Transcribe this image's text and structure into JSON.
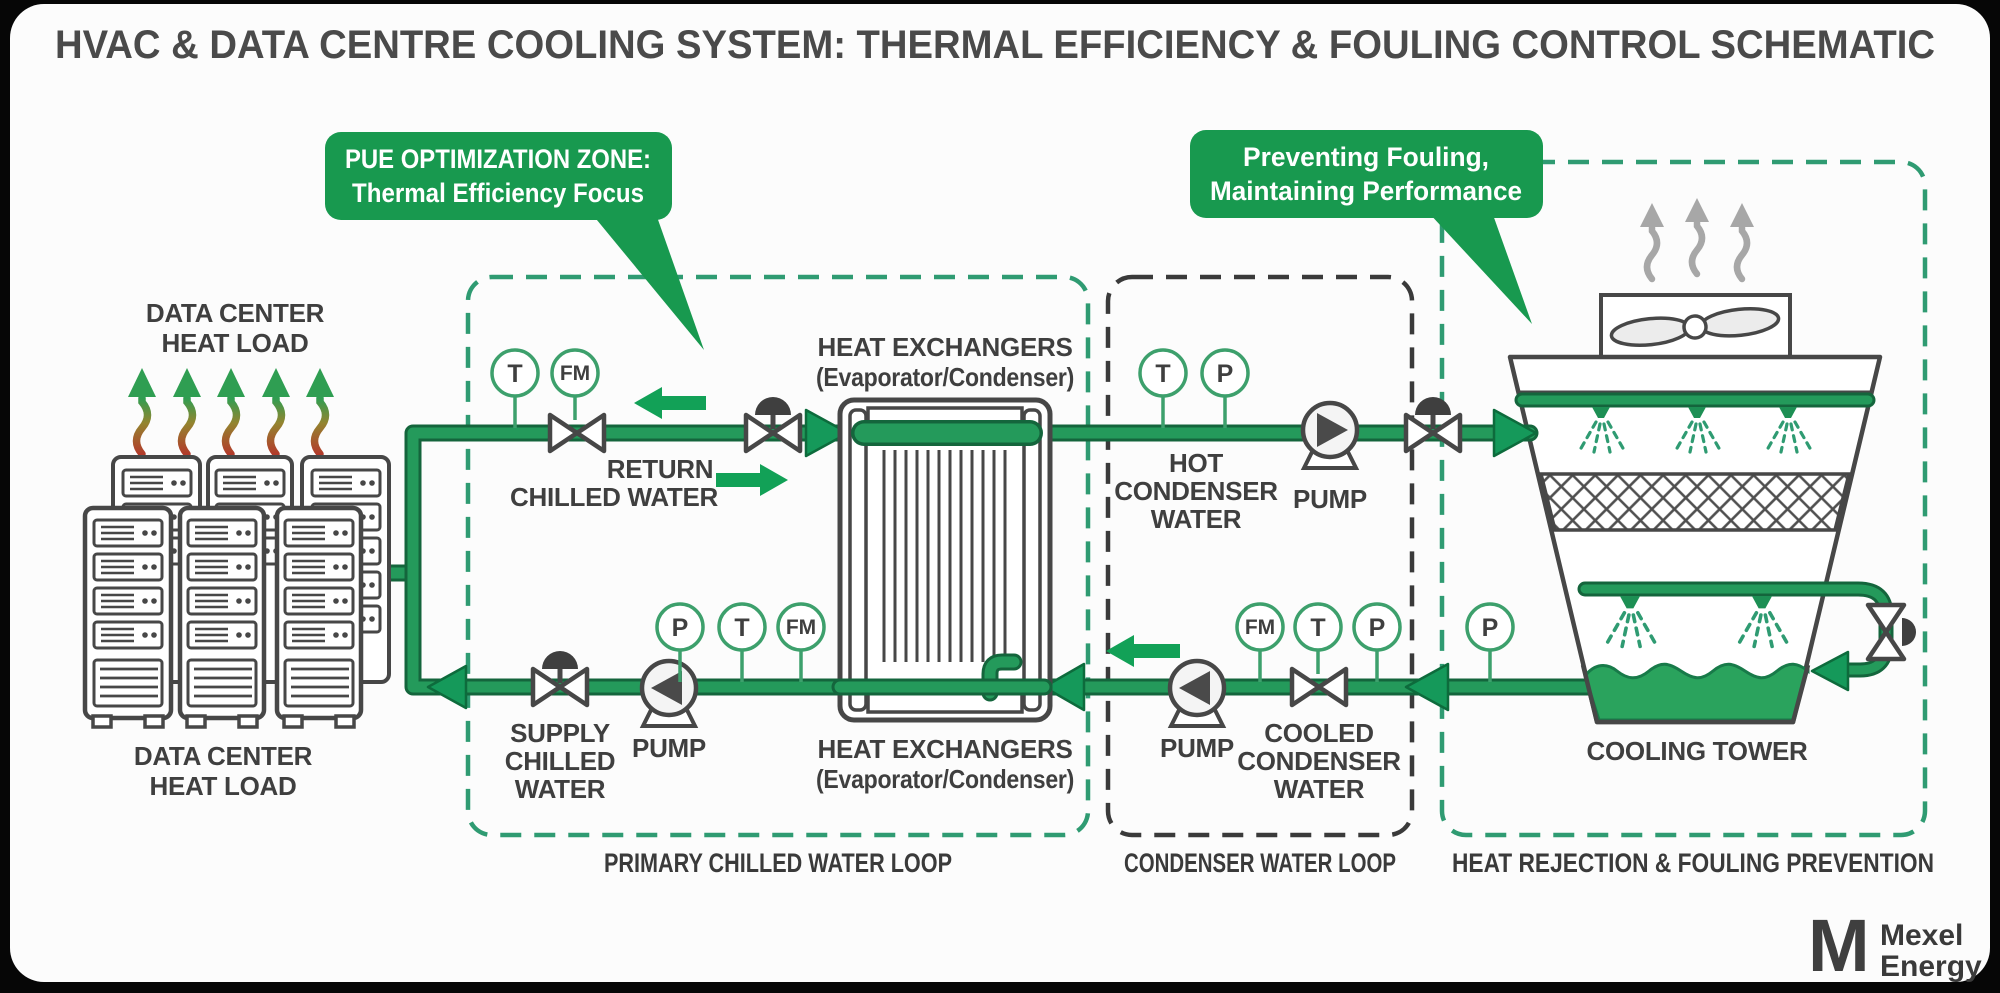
{
  "title": "HVAC & DATA CENTRE COOLING SYSTEM: THERMAL EFFICIENCY & FOULING CONTROL SCHEMATIC",
  "callouts": {
    "pue": {
      "line1": "PUE OPTIMIZATION ZONE:",
      "line2": "Thermal Efficiency Focus"
    },
    "fouling": {
      "line1": "Preventing Fouling,",
      "line2": "Maintaining Performance"
    }
  },
  "zones": {
    "primary": "PRIMARY CHILLED WATER LOOP",
    "condenser": "CONDENSER WATER LOOP",
    "heat_rejection": "HEAT REJECTION & FOULING PREVENTION"
  },
  "labels": {
    "dc_heat_load": [
      "DATA CENTER",
      "HEAT LOAD"
    ],
    "return_chilled": [
      "RETURN",
      "CHILLED WATER"
    ],
    "supply_chilled": [
      "SUPPLY",
      "CHILLED",
      "WATER"
    ],
    "hot_condenser": [
      "HOT",
      "CONDENSER",
      "WATER"
    ],
    "cooled_condenser": [
      "COOLED",
      "CONDENSER",
      "WATER"
    ],
    "heat_exchangers": [
      "HEAT EXCHANGERS",
      "(Evaporator/Condenser)"
    ],
    "cooling_tower": "COOLING TOWER",
    "pump": "PUMP"
  },
  "instruments": {
    "return_line": [
      "T",
      "FM"
    ],
    "hot_condenser_line": [
      "T",
      "P"
    ],
    "supply_line": [
      "P",
      "T",
      "FM"
    ],
    "cooled_condenser_line": [
      "FM",
      "T",
      "P"
    ],
    "tower_outlet": [
      "P"
    ]
  },
  "logo": {
    "name_line1": "Mexel",
    "name_line2": "Energy"
  },
  "colors": {
    "pipe_green": "#249a5b",
    "pipe_edge_green": "#14653c",
    "arrow_green": "#12a157",
    "callout_green": "#18994f",
    "zone_dash_green": "#2f9b72",
    "zone_dash_dark": "#3a3a3a",
    "outline_gray": "#474747",
    "heat_red": "#b23b2b",
    "exhaust_gray": "#a7a7a7",
    "water_green": "#2aa35d",
    "logo_green_dark": "#0a7a3e",
    "logo_green_light": "#43b571"
  }
}
